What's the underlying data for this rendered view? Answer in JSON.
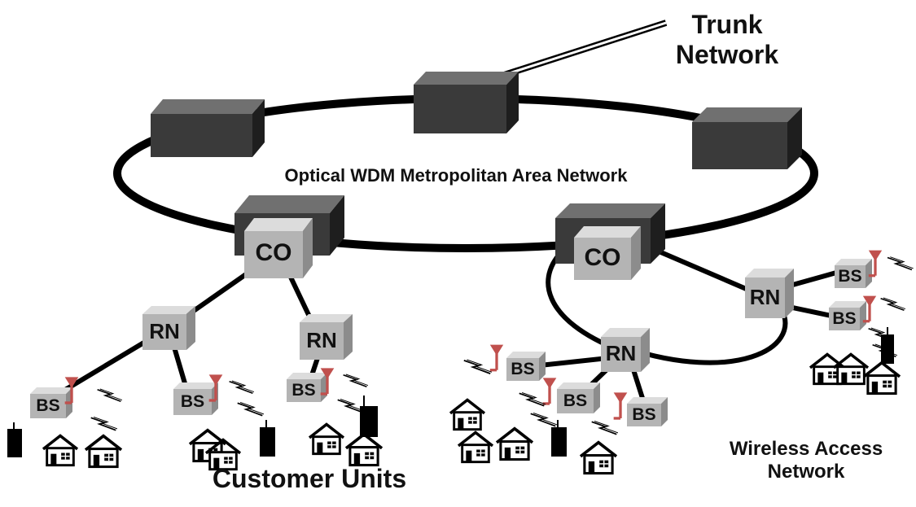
{
  "labels": {
    "trunk": "Trunk\nNetwork",
    "wdm": "Optical WDM Metropolitan Area Network",
    "customer_units": "Customer Units",
    "wireless_access": "Wireless Access\nNetwork"
  },
  "nodes": {
    "co": "CO",
    "rn": "RN",
    "bs": "BS"
  },
  "colors": {
    "ring": "#000000",
    "metro_node": "#3a3a3a",
    "access_node": "#b4b4b4",
    "antenna": "#c0504d"
  }
}
